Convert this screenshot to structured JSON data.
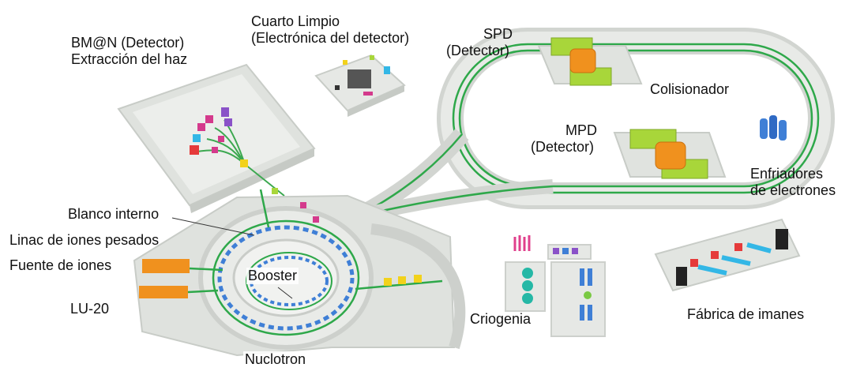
{
  "labels": {
    "bmn_line1": "BM@N (Detector)",
    "bmn_line2": "Extracción del haz",
    "clean_line1": "Cuarto Limpio",
    "clean_line2": "(Electrónica del detector)",
    "spd_line1": "SPD",
    "spd_line2": "(Detector)",
    "collider": "Colisionador",
    "mpd_line1": "MPD",
    "mpd_line2": "(Detector)",
    "cooler_line1": "Enfriadores",
    "cooler_line2": "de electrones",
    "internal_target": "Blanco interno",
    "heavy_linac": "Linac de iones pesados",
    "ion_source": "Fuente de iones",
    "booster": "Booster",
    "lu20": "LU-20",
    "nuclotron": "Nuclotron",
    "cryogenics": "Criogenia",
    "magnet_factory": "Fábrica de imanes"
  },
  "colors": {
    "floor": "#e6e8e5",
    "wall": "#d2d5d1",
    "beam": "#2ea84a",
    "detector_green": "#a8d63a",
    "detector_orange": "#f0911e",
    "magnet_blue": "#3f7fd6",
    "cyan": "#33b7e6",
    "red": "#e53a3a",
    "magenta": "#d43a8c",
    "purple": "#8a52c8",
    "yellow": "#f2d21b",
    "teal": "#25b8a6"
  }
}
